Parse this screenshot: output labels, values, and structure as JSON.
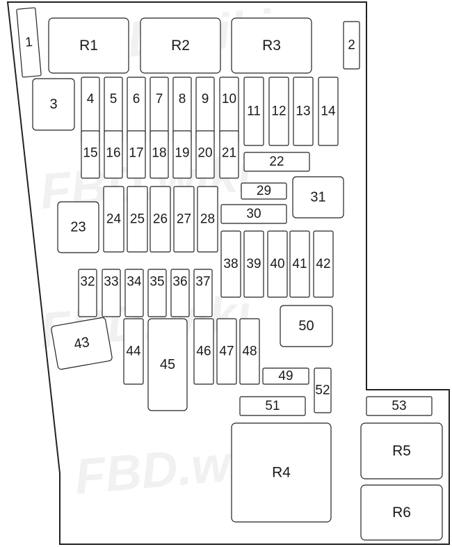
{
  "watermark": "FBD.wiki",
  "colors": {
    "outline": "#222222",
    "background": "#ffffff",
    "watermark": "#f1f1f1"
  },
  "fuses": [
    "1",
    "R1",
    "R2",
    "R3",
    "2",
    "3",
    "4",
    "5",
    "6",
    "7",
    "8",
    "9",
    "10",
    "11",
    "12",
    "13",
    "14",
    "15",
    "16",
    "17",
    "18",
    "19",
    "20",
    "21",
    "22",
    "29",
    "31",
    "23",
    "24",
    "25",
    "26",
    "27",
    "28",
    "30",
    "38",
    "39",
    "40",
    "41",
    "42",
    "32",
    "33",
    "34",
    "35",
    "36",
    "37",
    "43",
    "44",
    "45",
    "46",
    "47",
    "48",
    "50",
    "49",
    "52",
    "51",
    "53",
    "R4",
    "R5",
    "R6"
  ]
}
